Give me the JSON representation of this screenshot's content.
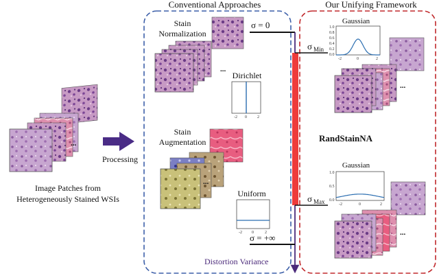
{
  "header": {
    "conventional_title": "Conventional Approaches",
    "unifying_title": "Our Unifying Framework"
  },
  "input": {
    "label_line1": "Image Patches from",
    "label_line2": "Heterogeneously Stained WSIs",
    "ellipsis": "...",
    "arrow_label": "Processing"
  },
  "conventional": {
    "normalization_line1": "Stain",
    "normalization_line2": "Normalization",
    "augmentation_line1": "Stain",
    "augmentation_line2": "Augmentation",
    "ellipsis": "...",
    "dirichlet": {
      "title": "Dirichlet",
      "ticks": [
        "-2",
        "0",
        "2"
      ]
    },
    "uniform": {
      "title": "Uniform",
      "ticks": [
        "-2",
        "0",
        "2"
      ]
    }
  },
  "axis": {
    "sigma_zero": "σ = 0",
    "sigma_inf": "σ = +∞",
    "label": "Distortion Variance",
    "sigma_min": "σ",
    "sigma_min_sub": "Min",
    "sigma_max": "σ",
    "sigma_max_sub": "Max"
  },
  "framework": {
    "name": "RandStainNA",
    "ellipsis": "...",
    "gaussian_top": {
      "title": "Gaussian",
      "yticks": [
        "1.0",
        "0.8",
        "0.6",
        "0.4",
        "0.2",
        "0.0"
      ],
      "xticks": [
        "-2",
        "0",
        "2"
      ],
      "sigma": 0.45
    },
    "gaussian_bottom": {
      "title": "Gaussian",
      "yticks": [
        "1.0",
        "0.5",
        "0.0"
      ],
      "xticks": [
        "-2",
        "0",
        "2"
      ],
      "sigma": 1.6
    }
  },
  "colors": {
    "conventional_border": "#3b5ea8",
    "unifying_border": "#c0282b",
    "axis_arrow": "#4b2a7a",
    "processing_arrow": "#4a2c86",
    "range_bar": "#ee3b3b",
    "curve": "#2a6db0"
  }
}
